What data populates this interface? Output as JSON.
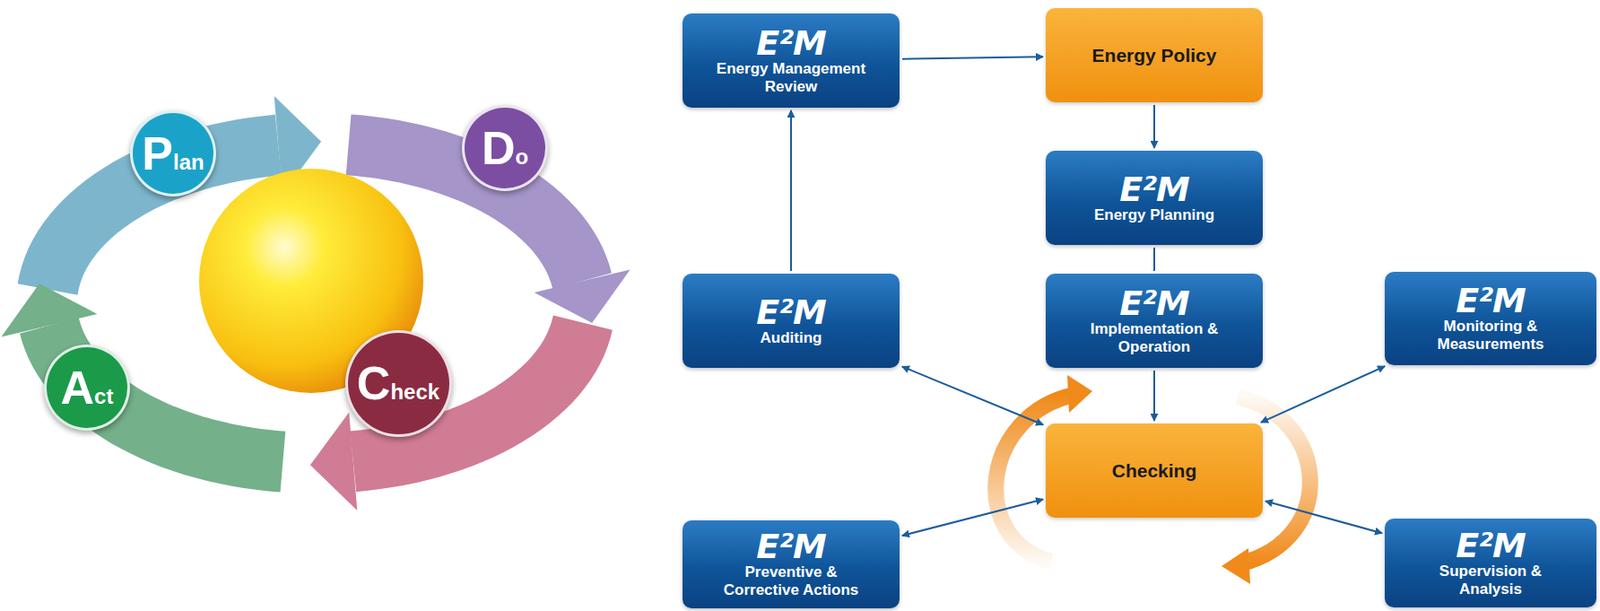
{
  "diagram": {
    "nodes": [
      {
        "text": [
          "Plan"
        ]
      },
      {
        "text": [
          "Do"
        ]
      },
      {
        "text": [
          "Act"
        ]
      },
      {
        "text": [
          "Check"
        ]
      },
      {
        "text": [
          "E²M",
          "Energy Management Review"
        ]
      },
      {
        "text": [
          "Energy Policy"
        ]
      },
      {
        "text": [
          "E²M",
          "Energy Planning"
        ]
      },
      {
        "text": [
          "E²M",
          "Auditing"
        ]
      },
      {
        "text": [
          "E²M",
          "Implementation & Operation"
        ]
      },
      {
        "text": [
          "E²M",
          "Monitoring & Measurements"
        ]
      },
      {
        "text": [
          "Checking"
        ]
      },
      {
        "text": [
          "E²M",
          "Preventive & Corrective Actions"
        ]
      },
      {
        "text": [
          "E²M",
          "Supervision & Analysis"
        ]
      }
    ],
    "edges": [
      {
        "from": 4,
        "to": 5,
        "arrow": "to"
      },
      {
        "from": 5,
        "to": 6,
        "arrow": "to"
      },
      {
        "from": 6,
        "to": 8,
        "arrow": "none"
      },
      {
        "from": 8,
        "to": 10,
        "arrow": "to"
      },
      {
        "from": 7,
        "to": 4,
        "arrow": "to"
      },
      {
        "from": 7,
        "to": 10,
        "arrow": "both"
      },
      {
        "from": 9,
        "to": 10,
        "arrow": "both"
      },
      {
        "from": 11,
        "to": 10,
        "arrow": "both"
      },
      {
        "from": 12,
        "to": 10,
        "arrow": "both"
      }
    ]
  }
}
